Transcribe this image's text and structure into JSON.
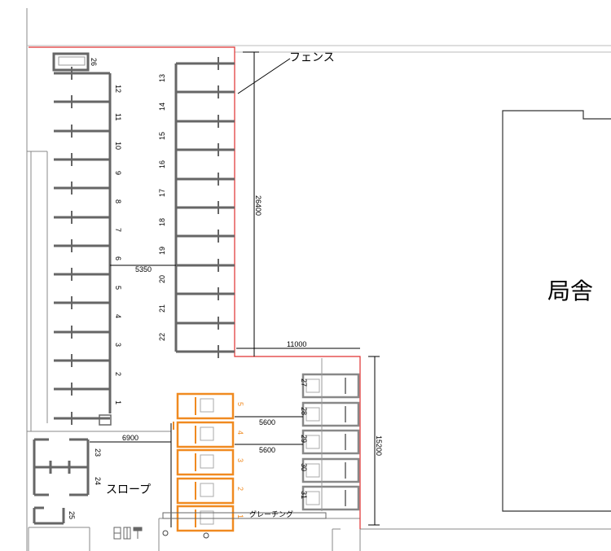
{
  "labels": {
    "fence": "フェンス",
    "building": "局舎",
    "slope": "スロープ",
    "grating": "グレーチング"
  },
  "dimensions": {
    "d5350": "5350",
    "d26400": "26400",
    "d11000": "11000",
    "d15200": "15200",
    "d6900": "6900",
    "d5600a": "5600",
    "d5600b": "5600"
  },
  "spaces": {
    "left_column": [
      "12",
      "11",
      "10",
      "9",
      "8",
      "7",
      "6",
      "5",
      "4",
      "3",
      "2",
      "1"
    ],
    "middle_column": [
      "13",
      "14",
      "15",
      "16",
      "17",
      "18",
      "19",
      "20",
      "21",
      "22"
    ],
    "right_block": [
      "27",
      "28",
      "29",
      "30",
      "31"
    ],
    "orange_block": [
      "5",
      "4",
      "3",
      "2",
      "1"
    ],
    "slope_area": [
      "23",
      "24",
      "25"
    ],
    "top_left": "26"
  },
  "colors": {
    "stall_line": "#666666",
    "fence": "#e03030",
    "highlight": "#f08a20",
    "gray_stall": "#888888"
  }
}
